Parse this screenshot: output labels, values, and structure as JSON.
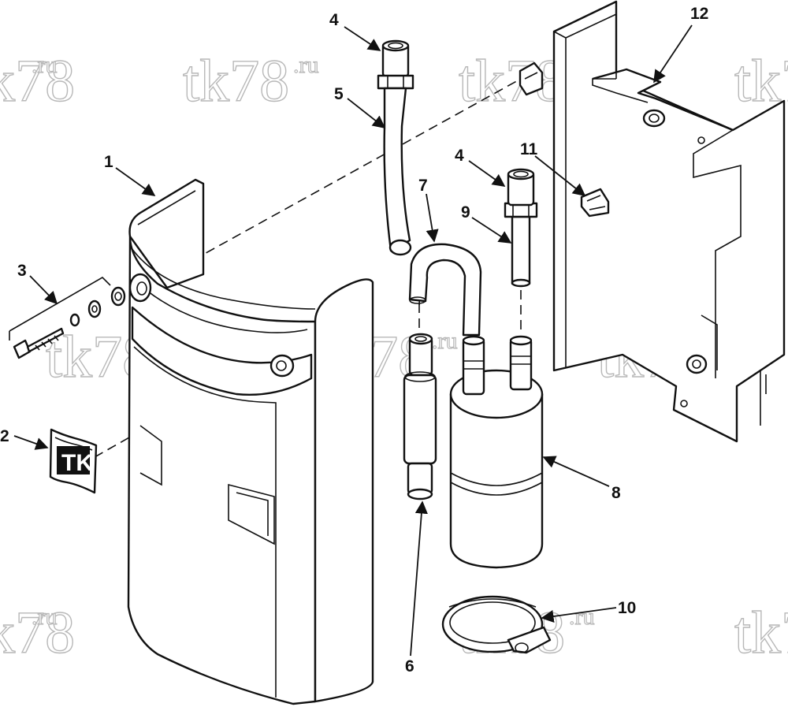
{
  "watermark": {
    "main": "tk78",
    "suffix": ".ru"
  },
  "callouts": [
    "1",
    "2",
    "3",
    "4",
    "5",
    "4",
    "7",
    "9",
    "11",
    "12",
    "8",
    "6",
    "10"
  ],
  "logo": {
    "text": "TK"
  }
}
